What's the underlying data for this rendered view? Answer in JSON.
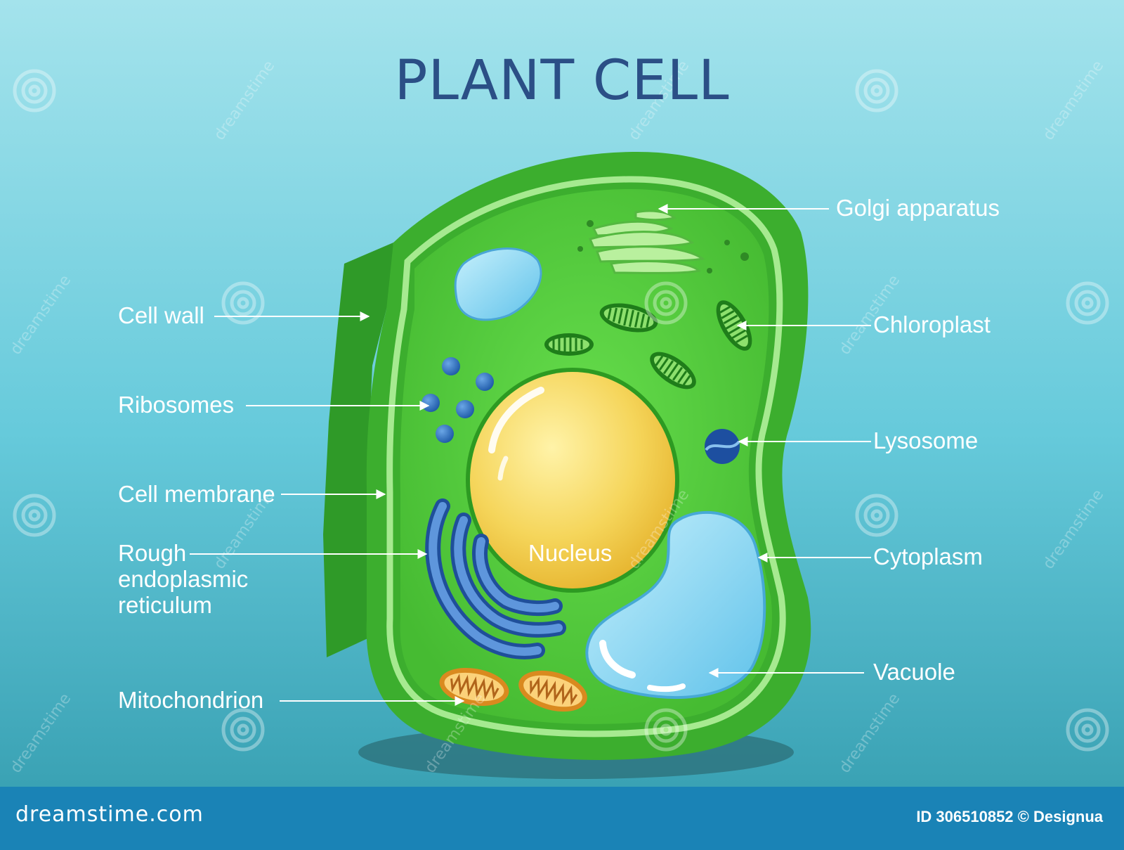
{
  "title": "PLANT CELL",
  "labels": {
    "cell_wall": "Cell wall",
    "ribosomes": "Ribosomes",
    "cell_membrane": "Cell membrane",
    "rough_er": [
      "Rough",
      "endoplasmic",
      "reticulum"
    ],
    "mitochondrion": "Mitochondrion",
    "golgi": "Golgi apparatus",
    "chloroplast": "Chloroplast",
    "lysosome": "Lysosome",
    "cytoplasm": "Cytoplasm",
    "vacuole": "Vacuole",
    "nucleus": "Nucleus"
  },
  "footer": {
    "brand": "dreamstime.com",
    "credit": "ID 306510852 © Designua"
  },
  "watermark_text": "dreamstime",
  "colors": {
    "background_top": "#96dde8",
    "background_bottom": "#3aa9bb",
    "cell_wall": "#3cae2e",
    "cytoplasm": "#5ad142",
    "nucleus": "#f1d052",
    "vacuole": "#8bd6f0",
    "title": "#2b4f86",
    "footer": "#1a83b6"
  }
}
